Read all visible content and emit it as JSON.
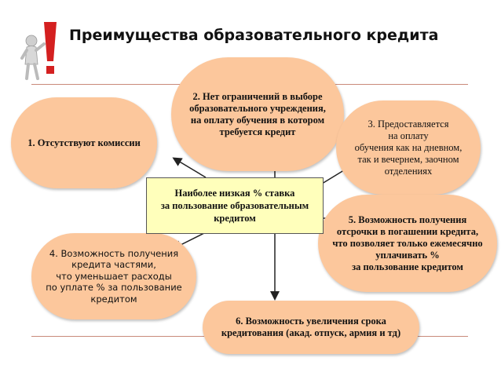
{
  "title": "Преимущества образовательного кредита",
  "center": [
    "Наиболее низкая % ставка",
    "за пользование образовательным",
    "кредитом"
  ],
  "bubbles": {
    "b1": [
      "1.  Отсутствуют комиссии"
    ],
    "b2": [
      "2.   Нет ограничений в выборе",
      "образовательного учреждения,",
      "на оплату обучения в котором",
      "требуется кредит"
    ],
    "b3": [
      "3. Предоставляется",
      "на оплату",
      "обучения как на дневном,",
      "так и вечернем, заочном",
      "отделениях"
    ],
    "b4": [
      "4.   Возможность получения",
      "кредита частями,",
      "что уменьшает расходы",
      "по уплате % за пользование",
      "кредитом"
    ],
    "b5": [
      "5.  Возможность получения",
      "отсрочки в погашении кредита,",
      "что позволяет только ежемесячно",
      "уплачивать %",
      "за пользование кредитом"
    ],
    "b6": [
      "6.    Возможность увеличения срока",
      "кредитования (акад. отпуск, армия и тд)"
    ]
  },
  "colors": {
    "bubble": "#fcc79c",
    "center": "#ffffbb",
    "accent": "#d42020"
  },
  "icons": {
    "logo": "exclamation-figure-icon"
  }
}
